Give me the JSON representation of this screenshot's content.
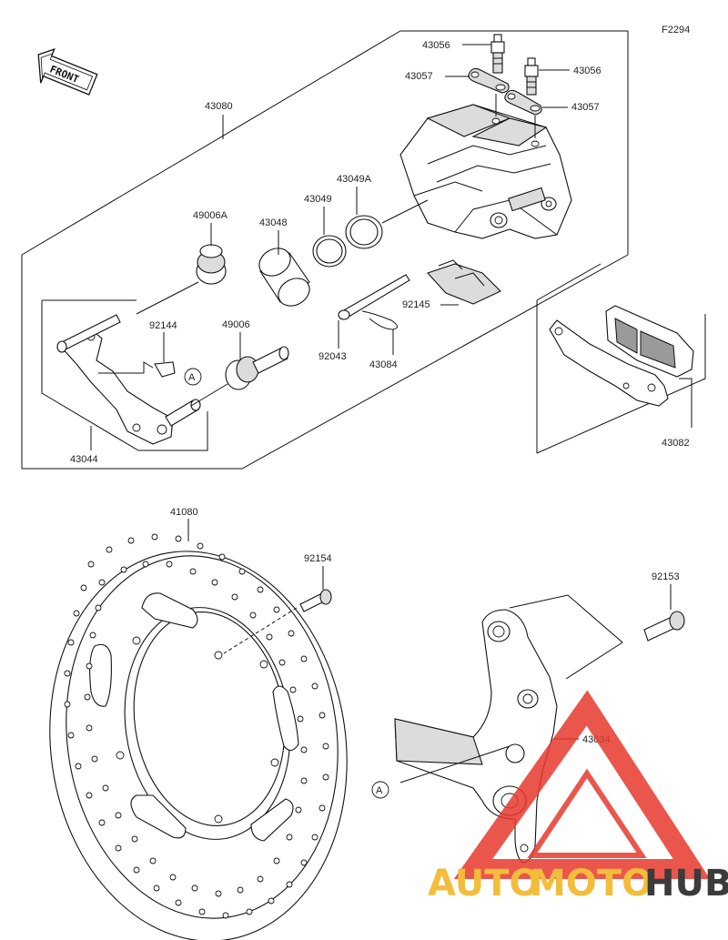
{
  "figure_code": "F2294",
  "front_label": "FRONT",
  "ref_marker": "A",
  "part_numbers": {
    "p43056a": "43056",
    "p43056b": "43056",
    "p43057a": "43057",
    "p43057b": "43057",
    "p43080": "43080",
    "p43049a": "43049A",
    "p43049": "43049",
    "p43048": "43048",
    "p49006a": "49006A",
    "p92145": "92145",
    "p92144": "92144",
    "p49006": "49006",
    "p92043": "92043",
    "p43084": "43084",
    "p43044": "43044",
    "p43082": "43082",
    "p41080": "41080",
    "p92154": "92154",
    "p92153": "92153",
    "p43034": "43034"
  },
  "watermark": {
    "part1": "AUTO",
    "part2": "MOTO",
    "part3": "HUB",
    "color1": "#f2b21b",
    "color2": "#f2b21b",
    "color3": "#1a1a1a",
    "accent": "#e8392d"
  }
}
